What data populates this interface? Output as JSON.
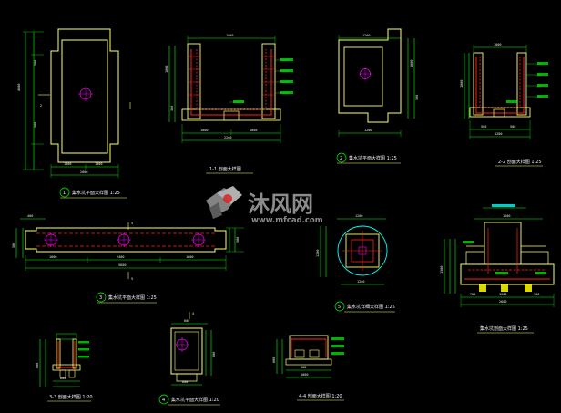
{
  "colors": {
    "background": "#000000",
    "outline_yellow": "#ffff66",
    "dim_green": "#00ff00",
    "rebar_red": "#ff2020",
    "center_magenta": "#ff00ff",
    "cyan": "#00ffff",
    "text_white": "#f0f0f0",
    "watermark_grey": "#9a9a9a"
  },
  "watermark": {
    "title_cn": "沐风网",
    "url": "www.mfcad.com"
  },
  "views": {
    "plan_1": {
      "number": "1",
      "caption": "集水坑平面大样图 1:25"
    },
    "section_1_1": {
      "caption": "1-1 剖面大样图"
    },
    "plan_2": {
      "number": "2",
      "caption": "集水坑平面大样图 1:25"
    },
    "section_2_2": {
      "caption": "2-2 剖面大样图 1:25"
    },
    "plan_3": {
      "number": "3",
      "caption": "集水坑平面大样图 1:25",
      "section_tag": "5",
      "section_tag_bottom": "5"
    },
    "plan_5": {
      "number": "5",
      "caption": "集水坑详细大样图 1:25"
    },
    "section_large": {
      "caption": "集水坑剖面大样图 1:25"
    },
    "section_3_3": {
      "caption": "3-3 剖面大样图 1:20"
    },
    "plan_4": {
      "number": "4",
      "caption": "集水坑平面大样图 1:20",
      "section_tag": "4"
    },
    "section_4_4": {
      "caption": "4-4 剖面大样图 1:20"
    }
  }
}
